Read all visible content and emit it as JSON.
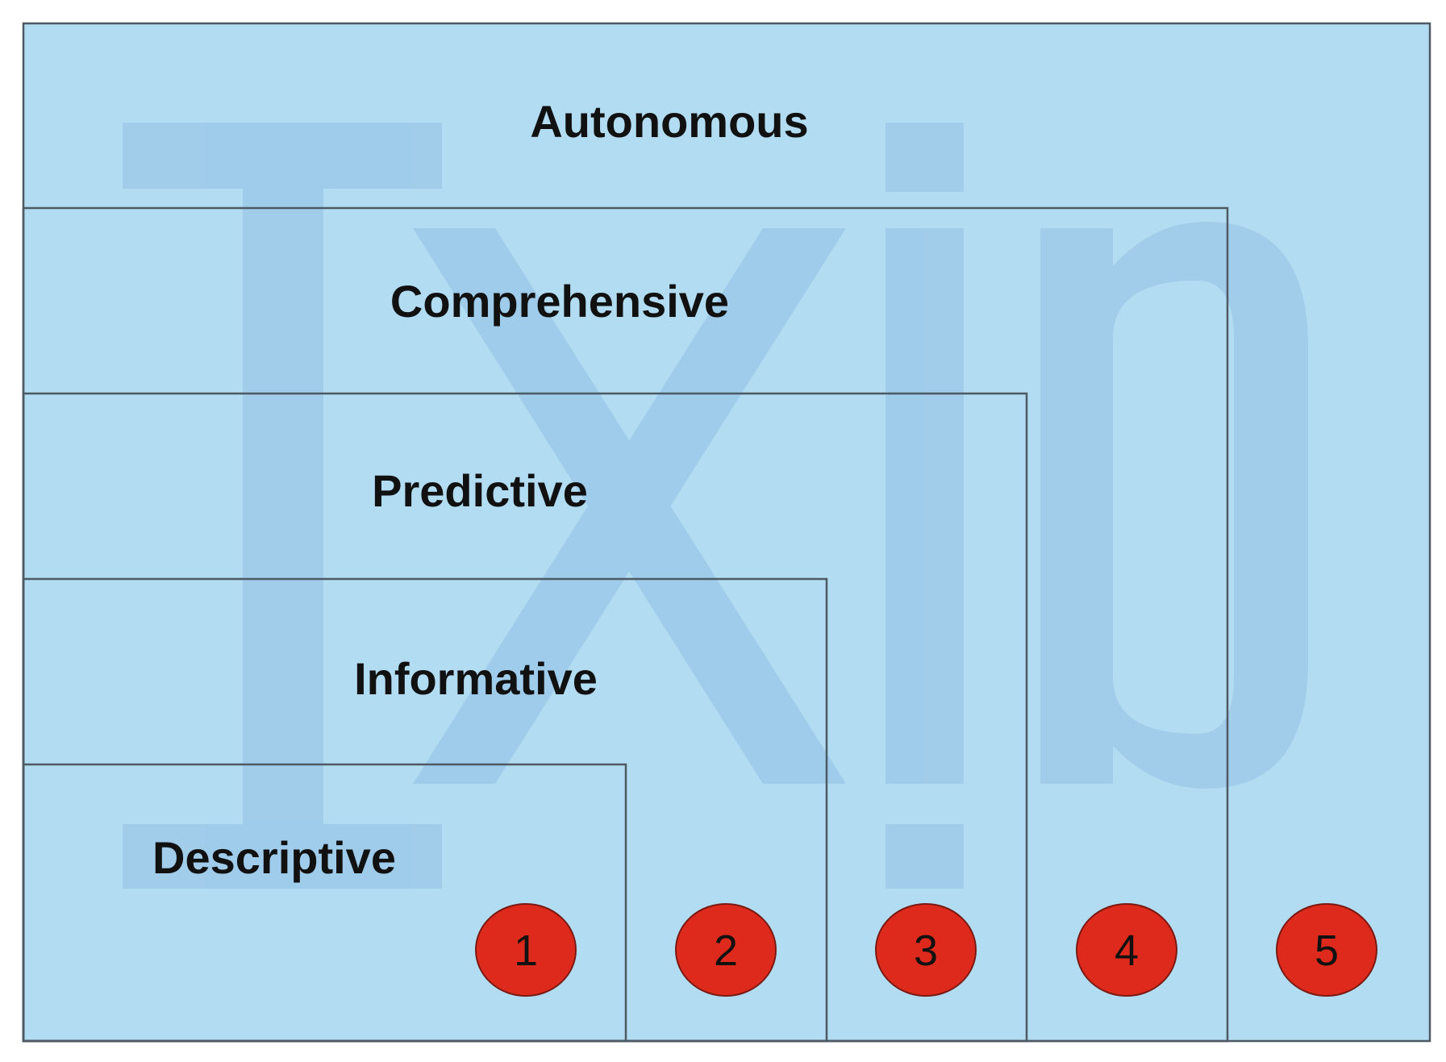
{
  "diagram": {
    "background_color": "#b2dcf2",
    "watermark_color": "#9ecbea",
    "badge_color": "#de2a1c",
    "levels": [
      {
        "label": "Autonomous"
      },
      {
        "label": "Comprehensive"
      },
      {
        "label": "Predictive"
      },
      {
        "label": "Informative"
      },
      {
        "label": "Descriptive"
      }
    ],
    "badges": [
      "1",
      "2",
      "3",
      "4",
      "5"
    ]
  }
}
